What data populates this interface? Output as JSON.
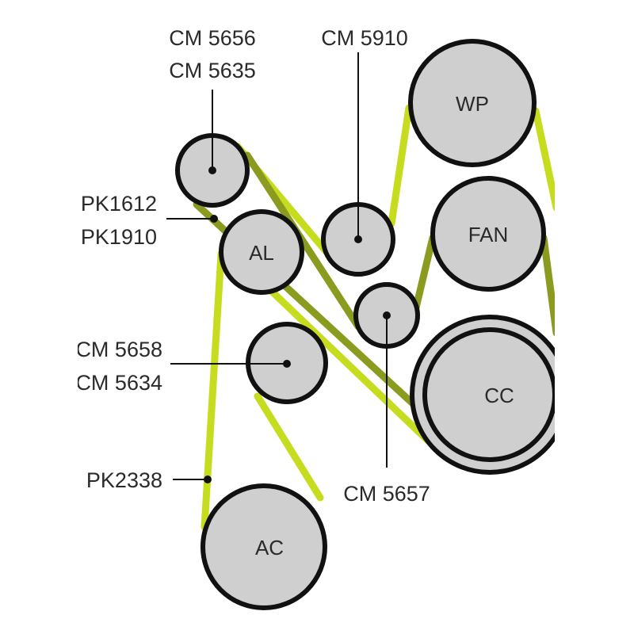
{
  "colors": {
    "belt_primary": "#c6dc1f",
    "belt_secondary": "#8b9b1f",
    "pulley_fill": "#cfcfcf",
    "outline": "#111111"
  },
  "pulleys": {
    "wp": "WP",
    "fan": "FAN",
    "al": "AL",
    "cc": "CC",
    "ac": "AC"
  },
  "labels": {
    "tensioner_top_1": "CM 5656",
    "tensioner_top_2": "CM 5635",
    "idler_top": "CM 5910",
    "belt_1": "PK1612",
    "belt_2": "PK1910",
    "idler_left_1": "CM 5658",
    "idler_left_2": "CM 5634",
    "belt_3": "PK2338",
    "idler_bottom": "CM 5657"
  }
}
